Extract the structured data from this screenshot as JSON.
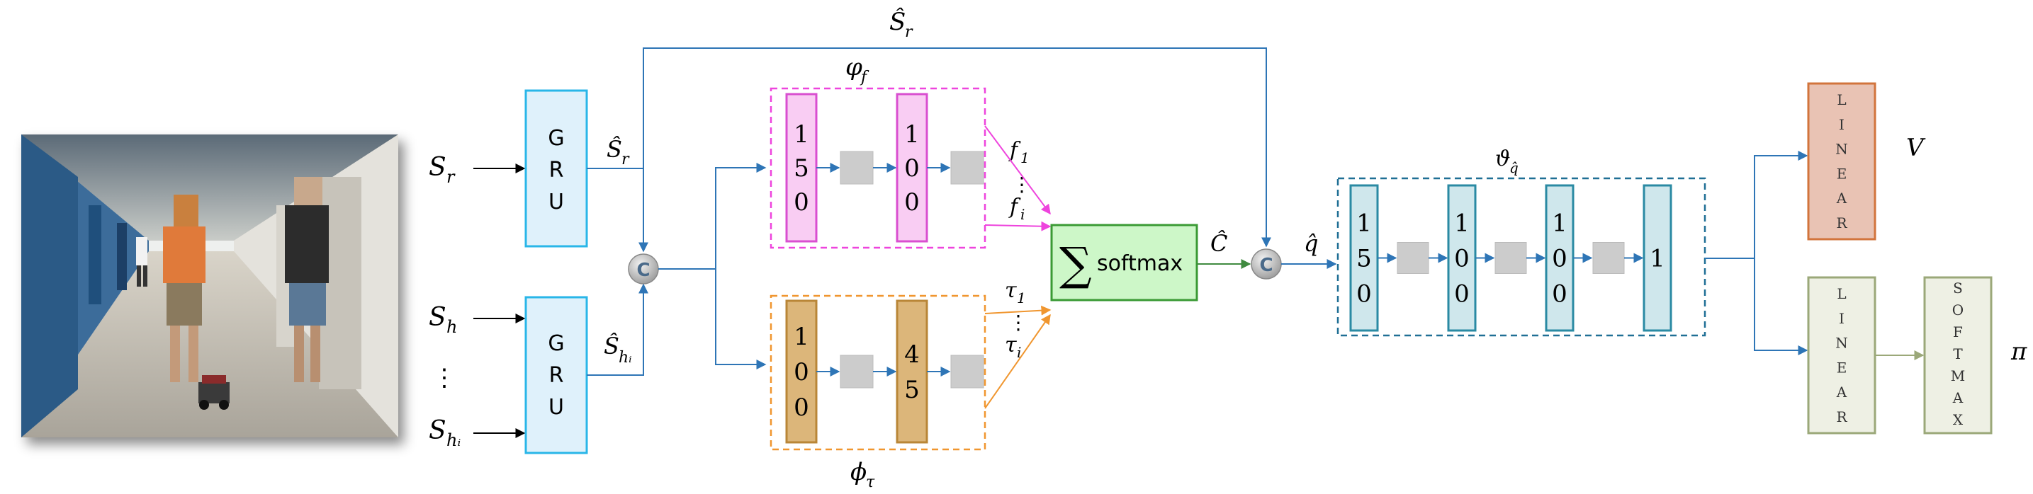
{
  "inputs": {
    "s_r": "S",
    "s_r_sub": "r",
    "s_h": "S",
    "s_h_sub": "h",
    "dots": "⋮",
    "s_hi": "S",
    "s_hi_sub": "hᵢ"
  },
  "gru": {
    "letters": [
      "G",
      "R",
      "U"
    ]
  },
  "labels": {
    "shat_top": "Ŝ",
    "shat_top_sub": "r",
    "shat_r": "Ŝ",
    "shat_r_sub": "r",
    "shat_hi": "Ŝ",
    "shat_hi_sub": "hᵢ",
    "concat": "C",
    "phi_f": "φ",
    "phi_f_sub": "f",
    "phi_tau": "ϕ",
    "phi_tau_sub": "τ",
    "f1": "f",
    "f1_sub": "1",
    "fi": "f",
    "fi_sub": "i",
    "tau1": "τ",
    "tau1_sub": "1",
    "taui": "τ",
    "taui_sub": "i",
    "sum": "∑",
    "softmax": "softmax",
    "c_hat": "Ĉ",
    "q_hat": "q̂",
    "theta": "ϑ",
    "theta_sub": "q̂",
    "value": "V",
    "policy": "π"
  },
  "phi_f_layers": [
    [
      "1",
      "5",
      "0"
    ],
    [
      "1",
      "0",
      "0"
    ]
  ],
  "phi_tau_layers": [
    [
      "1",
      "0",
      "0"
    ],
    [
      "4",
      "5"
    ]
  ],
  "theta_layers": [
    [
      "1",
      "5",
      "0"
    ],
    [
      "1",
      "0",
      "0"
    ],
    [
      "1",
      "0",
      "0"
    ],
    [
      "1"
    ]
  ],
  "linear": [
    "L",
    "I",
    "N",
    "E",
    "A",
    "R"
  ],
  "softmax_box": [
    "S",
    "O",
    "F",
    "T",
    "M",
    "A",
    "X"
  ],
  "colors": {
    "arrow": "#2e75b6",
    "gru_fill": "#dff1fb",
    "gru_stroke": "#29b6e8",
    "phi_f_border": "#ee44dd",
    "phi_f_layer_fill": "#f9cdf3",
    "phi_f_layer_stroke": "#d94fd0",
    "phi_tau_border": "#f0962f",
    "phi_tau_layer_fill": "#dcb67a",
    "phi_tau_layer_stroke": "#b98637",
    "softmax_fill": "#cdf7c8",
    "softmax_stroke": "#3a9a34",
    "theta_border": "#1f6f95",
    "theta_layer_fill": "#cfe7ec",
    "theta_layer_stroke": "#2a8aa3",
    "grey_block": "#cccccc",
    "linear_v_fill": "#e9c3b4",
    "linear_v_stroke": "#d2743c",
    "linear_pi_fill": "#eef0e4",
    "linear_pi_stroke": "#9ba879",
    "c_hat_arrow": "#3f8a3f"
  }
}
